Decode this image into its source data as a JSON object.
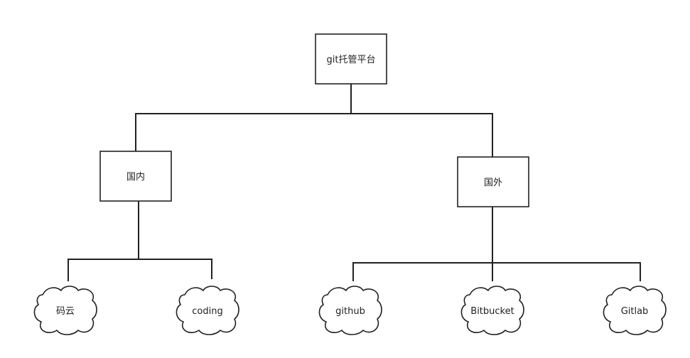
{
  "diagram": {
    "root": {
      "label": "git托管平台"
    },
    "domestic": {
      "label": "国内"
    },
    "foreign": {
      "label": "国外"
    },
    "platforms": {
      "gitee": "码云",
      "coding": "coding",
      "github": "github",
      "bitbucket": "Bitbucket",
      "gitlab": "Gitlab"
    }
  }
}
